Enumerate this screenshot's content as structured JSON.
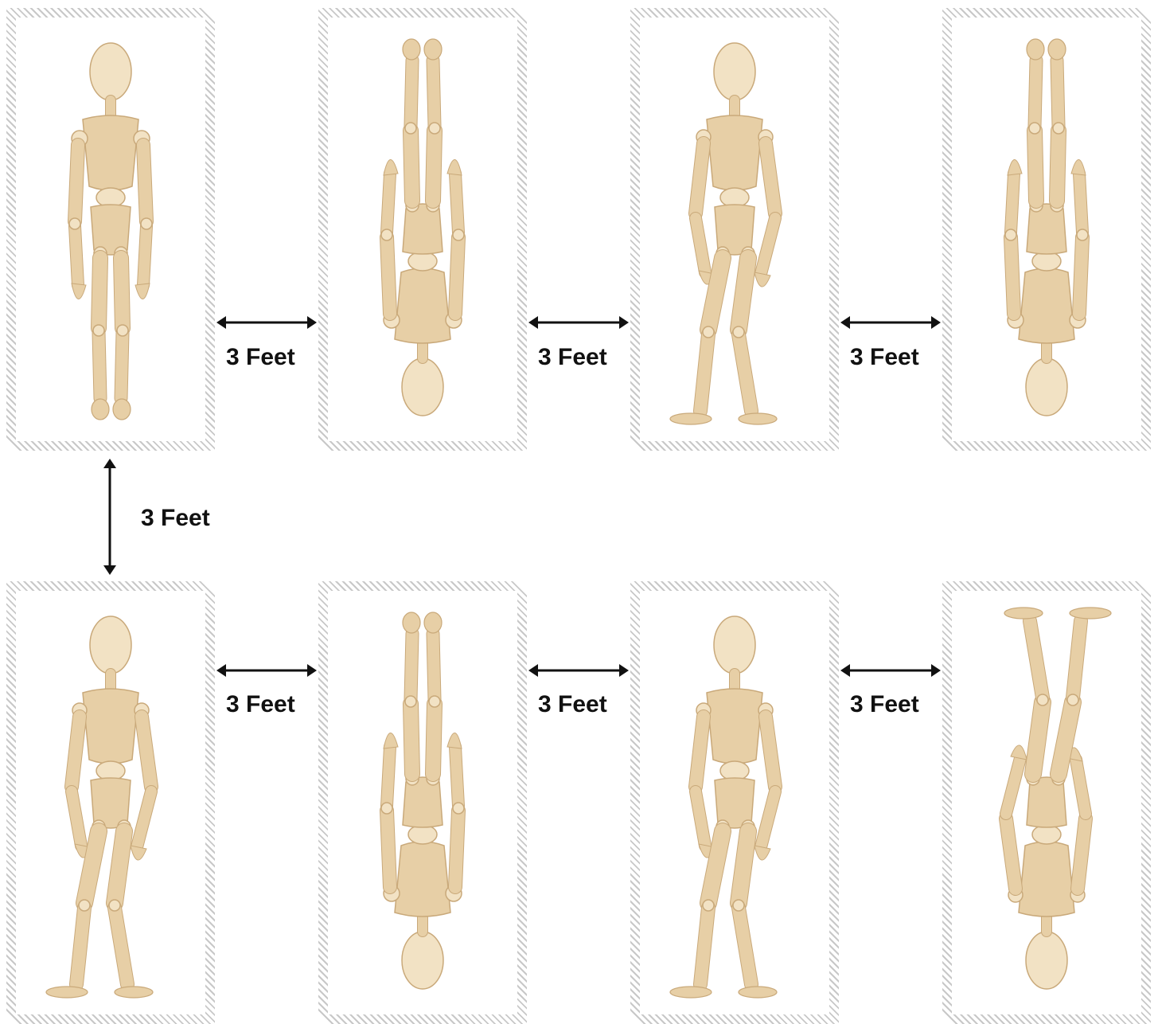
{
  "colors": {
    "wood": "#e7cfa6",
    "wood_shade": "#c9a97a",
    "wood_light": "#f2e2c4",
    "frame_hatch": "#c8c8c8",
    "arrow": "#111111",
    "label": "#111111"
  },
  "figures": [
    {
      "orientation": "upright",
      "pose": "standing-front"
    },
    {
      "orientation": "inverted",
      "pose": "standing-front"
    },
    {
      "orientation": "upright",
      "pose": "walking"
    },
    {
      "orientation": "inverted",
      "pose": "standing-front"
    },
    {
      "orientation": "upright",
      "pose": "walking"
    },
    {
      "orientation": "inverted",
      "pose": "standing-front"
    },
    {
      "orientation": "upright",
      "pose": "walking"
    },
    {
      "orientation": "inverted",
      "pose": "walking"
    }
  ],
  "distances": {
    "top_row": [
      "3 Feet",
      "3 Feet",
      "3 Feet"
    ],
    "vertical": "3 Feet",
    "bottom_row": [
      "3 Feet",
      "3 Feet",
      "3 Feet"
    ]
  }
}
